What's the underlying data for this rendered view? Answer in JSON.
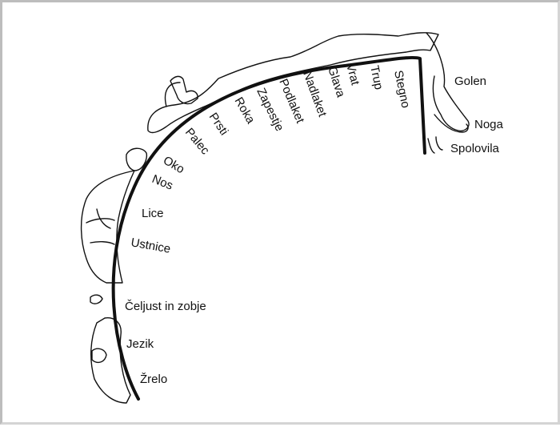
{
  "labels": {
    "golen": "Golen",
    "noga": "Noga",
    "spolovila": "Spolovila",
    "stegno": "Stegno",
    "trup": "Trup",
    "vrat": "Vrat",
    "glava": "Glava",
    "nadlaket": "Nadlaket",
    "podlaket": "Podlaket",
    "zapestje": "Zapestje",
    "roka": "Roka",
    "prsti": "Prsti",
    "palec": "Palec",
    "oko": "Oko",
    "nos": "Nos",
    "lice": "Lice",
    "ustnice": "Ustnice",
    "celjust": "Čeljust in zobje",
    "jezik": "Jezik",
    "zrelo": "Žrelo"
  }
}
